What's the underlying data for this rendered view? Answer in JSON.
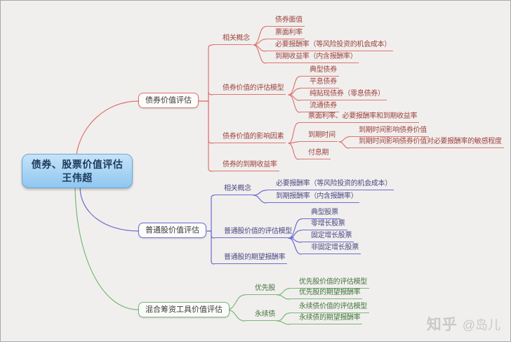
{
  "root": {
    "title": "债券、股票价值评估",
    "subtitle": "王伟超"
  },
  "watermark": {
    "brand": "知乎",
    "user": "@岛儿"
  },
  "colors": {
    "bond": "#dc7672",
    "stock": "#6c6cd2",
    "hybrid": "#79b879"
  },
  "branches": {
    "bond": {
      "label": "债券价值评估",
      "children": [
        {
          "label": "相关概念",
          "children": [
            {
              "label": "债券面值"
            },
            {
              "label": "票面利率"
            },
            {
              "label": "必要报酬率（等风险投资的机会成本）"
            },
            {
              "label": "到期收益率（内含报酬率）"
            }
          ]
        },
        {
          "label": "债券价值的评估模型",
          "children": [
            {
              "label": "典型债券"
            },
            {
              "label": "平息债券"
            },
            {
              "label": "纯贴现债券（零息债券）"
            },
            {
              "label": "流通债券"
            }
          ]
        },
        {
          "label": "债券价值的影响因素",
          "children": [
            {
              "label": "票面利率、必要报酬率和到期收益率"
            },
            {
              "label": "到期时间",
              "children": [
                {
                  "label": "到期时间影响债券价值"
                },
                {
                  "label": "到期时间影响债券价值对必要报酬率的敏感程度"
                }
              ]
            },
            {
              "label": "付息期"
            }
          ]
        },
        {
          "label": "债券的到期收益率"
        }
      ]
    },
    "stock": {
      "label": "普通股价值评估",
      "children": [
        {
          "label": "相关概念",
          "children": [
            {
              "label": "必要报酬率（等风险投资的机会成本）"
            },
            {
              "label": "到期报酬率（内含报酬率）"
            }
          ]
        },
        {
          "label": "普通股价值的评估模型",
          "children": [
            {
              "label": "典型股票"
            },
            {
              "label": "零增长股票"
            },
            {
              "label": "固定增长股票"
            },
            {
              "label": "非固定增长股票"
            }
          ]
        },
        {
          "label": "普通股的期望报酬率"
        }
      ]
    },
    "hybrid": {
      "label": "混合筹资工具价值评估",
      "children": [
        {
          "label": "优先股",
          "children": [
            {
              "label": "优先股价值的评估模型"
            },
            {
              "label": "优先股的期望报酬率"
            }
          ]
        },
        {
          "label": "永续债",
          "children": [
            {
              "label": "永续债价值的评估模型"
            },
            {
              "label": "永续债的期望报酬率"
            }
          ]
        }
      ]
    }
  }
}
